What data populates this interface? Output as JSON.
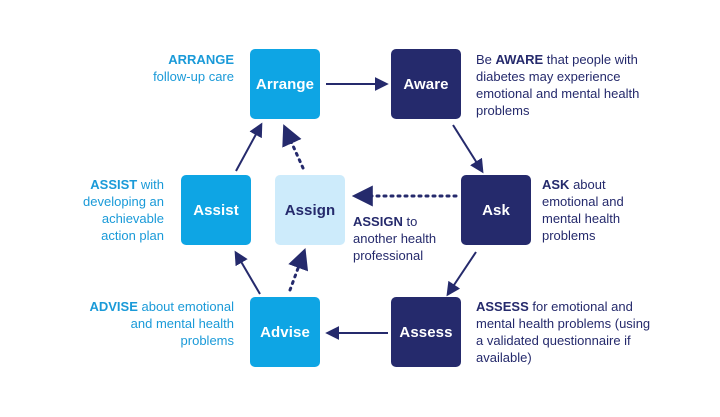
{
  "colors": {
    "light_blue": "#0ea5e4",
    "navy": "#252a6c",
    "pale_blue": "#cdebfb",
    "light_text": "#1a9ad8"
  },
  "boxes": {
    "arrange": "Arrange",
    "aware": "Aware",
    "ask": "Ask",
    "assess": "Assess",
    "advise": "Advise",
    "assist": "Assist",
    "assign": "Assign"
  },
  "notes": {
    "arrange": {
      "key": "ARRANGE",
      "rest": "follow-up care"
    },
    "aware": {
      "prefix": "Be ",
      "key": "AWARE",
      "rest": " that people with diabetes may experience emotional and mental health problems"
    },
    "ask": {
      "key": "ASK",
      "rest": " about emotional and mental health problems"
    },
    "assess": {
      "key": "ASSESS",
      "rest": " for emotional and mental health problems (using a validated questionnaire if available)"
    },
    "advise": {
      "key": "ADVISE",
      "rest": " about emotional and mental health problems"
    },
    "assist": {
      "key": "ASSIST",
      "rest": " with developing an achievable action plan"
    },
    "assign": {
      "key": "ASSIGN",
      "rest": " to another health professional"
    }
  }
}
